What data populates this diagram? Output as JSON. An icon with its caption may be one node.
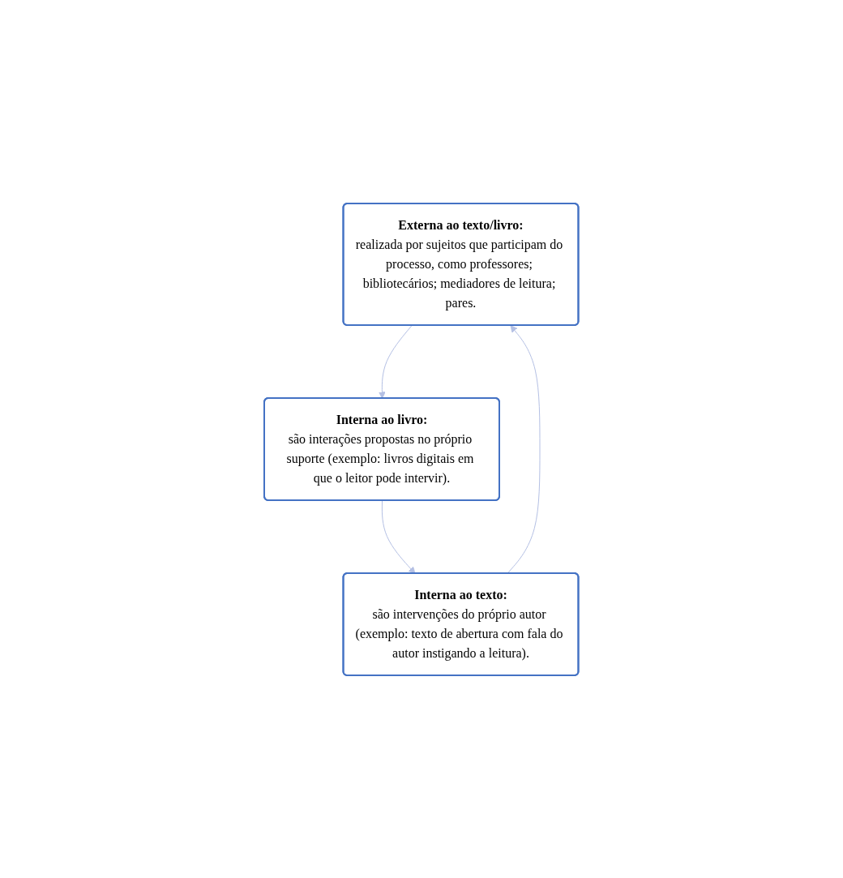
{
  "diagram": {
    "nodes": [
      {
        "text": [
          "Externa ao texto/livro:",
          "realizada por sujeitos que participam do processo, como professores; bibliotecários; mediadores de leitura; pares."
        ]
      },
      {
        "text": [
          "Interna ao livro:",
          "são interações propostas no próprio suporte (exemplo: livros digitais em que o leitor pode intervir)."
        ]
      },
      {
        "text": [
          "Interna ao texto:",
          "são intervenções do próprio autor (exemplo: texto de abertura com fala do autor instigando a leitura)."
        ]
      }
    ],
    "edges": [
      {
        "from": 0,
        "to": 1,
        "arrow": "to"
      },
      {
        "from": 1,
        "to": 2,
        "arrow": "to"
      },
      {
        "from": 2,
        "to": 0,
        "arrow": "to"
      }
    ]
  }
}
